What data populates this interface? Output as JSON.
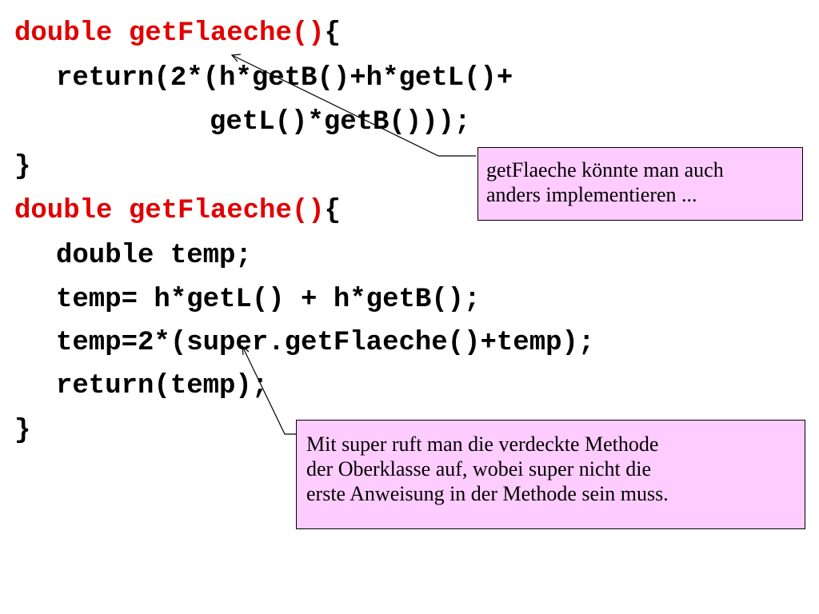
{
  "method1": {
    "header_red": "double getFlaeche()",
    "header_brace": "{",
    "line1": "return(2*(h*getB()+h*getL()+",
    "line2": "getL()*getB()));",
    "close": "}"
  },
  "method2": {
    "header_red": "double getFlaeche()",
    "header_brace": "{",
    "line1": "double temp;",
    "line2": "temp= h*getL() + h*getB();",
    "line3": "temp=2*(super.getFlaeche()+temp);",
    "line4": "return(temp);",
    "close": "}"
  },
  "callout_top": {
    "lines": [
      "getFlaeche könnte man auch",
      "anders implementieren ..."
    ]
  },
  "callout_bottom": {
    "lines": [
      "Mit super ruft man die verdeckte Methode",
      "der Oberklasse auf, wobei super nicht die",
      "erste Anweisung in der Methode sein muss."
    ]
  },
  "colors": {
    "keyword_red": "#e00000",
    "callout_fill": "#ffccff"
  }
}
